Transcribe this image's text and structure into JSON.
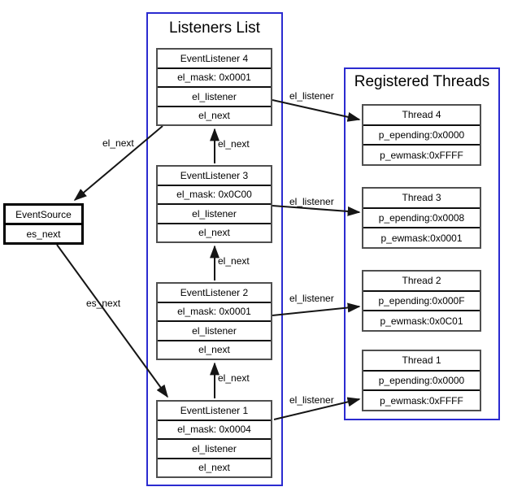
{
  "listeners_list": {
    "title": "Listeners List",
    "nodes": [
      {
        "title": "EventListener 4",
        "rows": [
          "el_mask: 0x0001",
          "el_listener",
          "el_next"
        ]
      },
      {
        "title": "EventListener 3",
        "rows": [
          "el_mask: 0x0C00",
          "el_listener",
          "el_next"
        ]
      },
      {
        "title": "EventListener 2",
        "rows": [
          "el_mask: 0x0001",
          "el_listener",
          "el_next"
        ]
      },
      {
        "title": "EventListener 1",
        "rows": [
          "el_mask: 0x0004",
          "el_listener",
          "el_next"
        ]
      }
    ]
  },
  "registered_threads": {
    "title": "Registered Threads",
    "nodes": [
      {
        "title": "Thread 4",
        "rows": [
          "p_epending:0x0000",
          "p_ewmask:0xFFFF"
        ]
      },
      {
        "title": "Thread 3",
        "rows": [
          "p_epending:0x0008",
          "p_ewmask:0x0001"
        ]
      },
      {
        "title": "Thread 2",
        "rows": [
          "p_epending:0x000F",
          "p_ewmask:0x0C01"
        ]
      },
      {
        "title": "Thread 1",
        "rows": [
          "p_epending:0x0000",
          "p_ewmask:0xFFFF"
        ]
      }
    ]
  },
  "event_source": {
    "title": "EventSource",
    "rows": [
      "es_next"
    ]
  },
  "edges": [
    {
      "name": "el3-to-el4",
      "label": "el_next"
    },
    {
      "name": "el2-to-el3",
      "label": "el_next"
    },
    {
      "name": "el1-to-el2",
      "label": "el_next"
    },
    {
      "name": "el4-to-eventsource",
      "label": "el_next"
    },
    {
      "name": "eventsource-to-el1",
      "label": "es_next"
    },
    {
      "name": "el4-to-thread4",
      "label": "el_listener"
    },
    {
      "name": "el3-to-thread3",
      "label": "el_listener"
    },
    {
      "name": "el2-to-thread2",
      "label": "el_listener"
    },
    {
      "name": "el1-to-thread1",
      "label": "el_listener"
    }
  ],
  "colors": {
    "container_border": "#2b2bd0",
    "node_border": "#4f4f4f",
    "wire": "#151515",
    "background": "#ffffff"
  }
}
